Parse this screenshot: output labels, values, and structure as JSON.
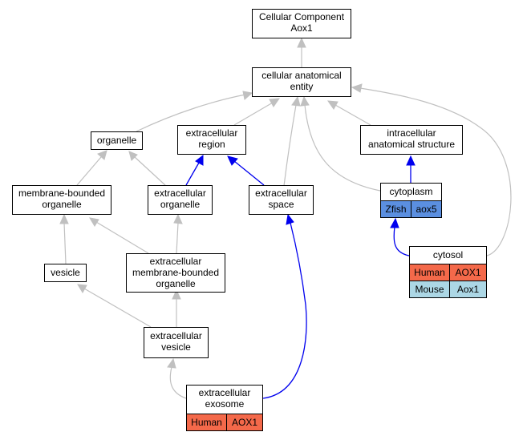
{
  "nodes": {
    "root": [
      "Cellular Component",
      "Aox1"
    ],
    "cae": [
      "cellular anatomical",
      "entity"
    ],
    "organelle": [
      "organelle"
    ],
    "ecregion": [
      "extracellular",
      "region"
    ],
    "intra": [
      "intracellular",
      "anatomical structure"
    ],
    "mbo": [
      "membrane-bounded",
      "organelle"
    ],
    "ecorg": [
      "extracellular",
      "organelle"
    ],
    "ecspace": [
      "extracellular",
      "space"
    ],
    "cytoplasm": [
      "cytoplasm"
    ],
    "vesicle": [
      "vesicle"
    ],
    "ecmbo": [
      "extracellular",
      "membrane-bounded",
      "organelle"
    ],
    "cytosol": [
      "cytosol"
    ],
    "ecves": [
      "extracellular",
      "vesicle"
    ],
    "exosome": [
      "extracellular",
      "exosome"
    ]
  },
  "annotations": {
    "cytoplasm": [
      {
        "species": "Zfish",
        "gene": "aox5",
        "color": "#5b8fe0"
      }
    ],
    "cytosol": [
      {
        "species": "Human",
        "gene": "AOX1",
        "color": "#f4694a"
      },
      {
        "species": "Mouse",
        "gene": "Aox1",
        "color": "#acd7e5"
      }
    ],
    "exosome": [
      {
        "species": "Human",
        "gene": "AOX1",
        "color": "#f4694a"
      }
    ]
  },
  "colors": {
    "edge_gray": "#c0c0c0",
    "edge_blue": "#0000ee"
  }
}
